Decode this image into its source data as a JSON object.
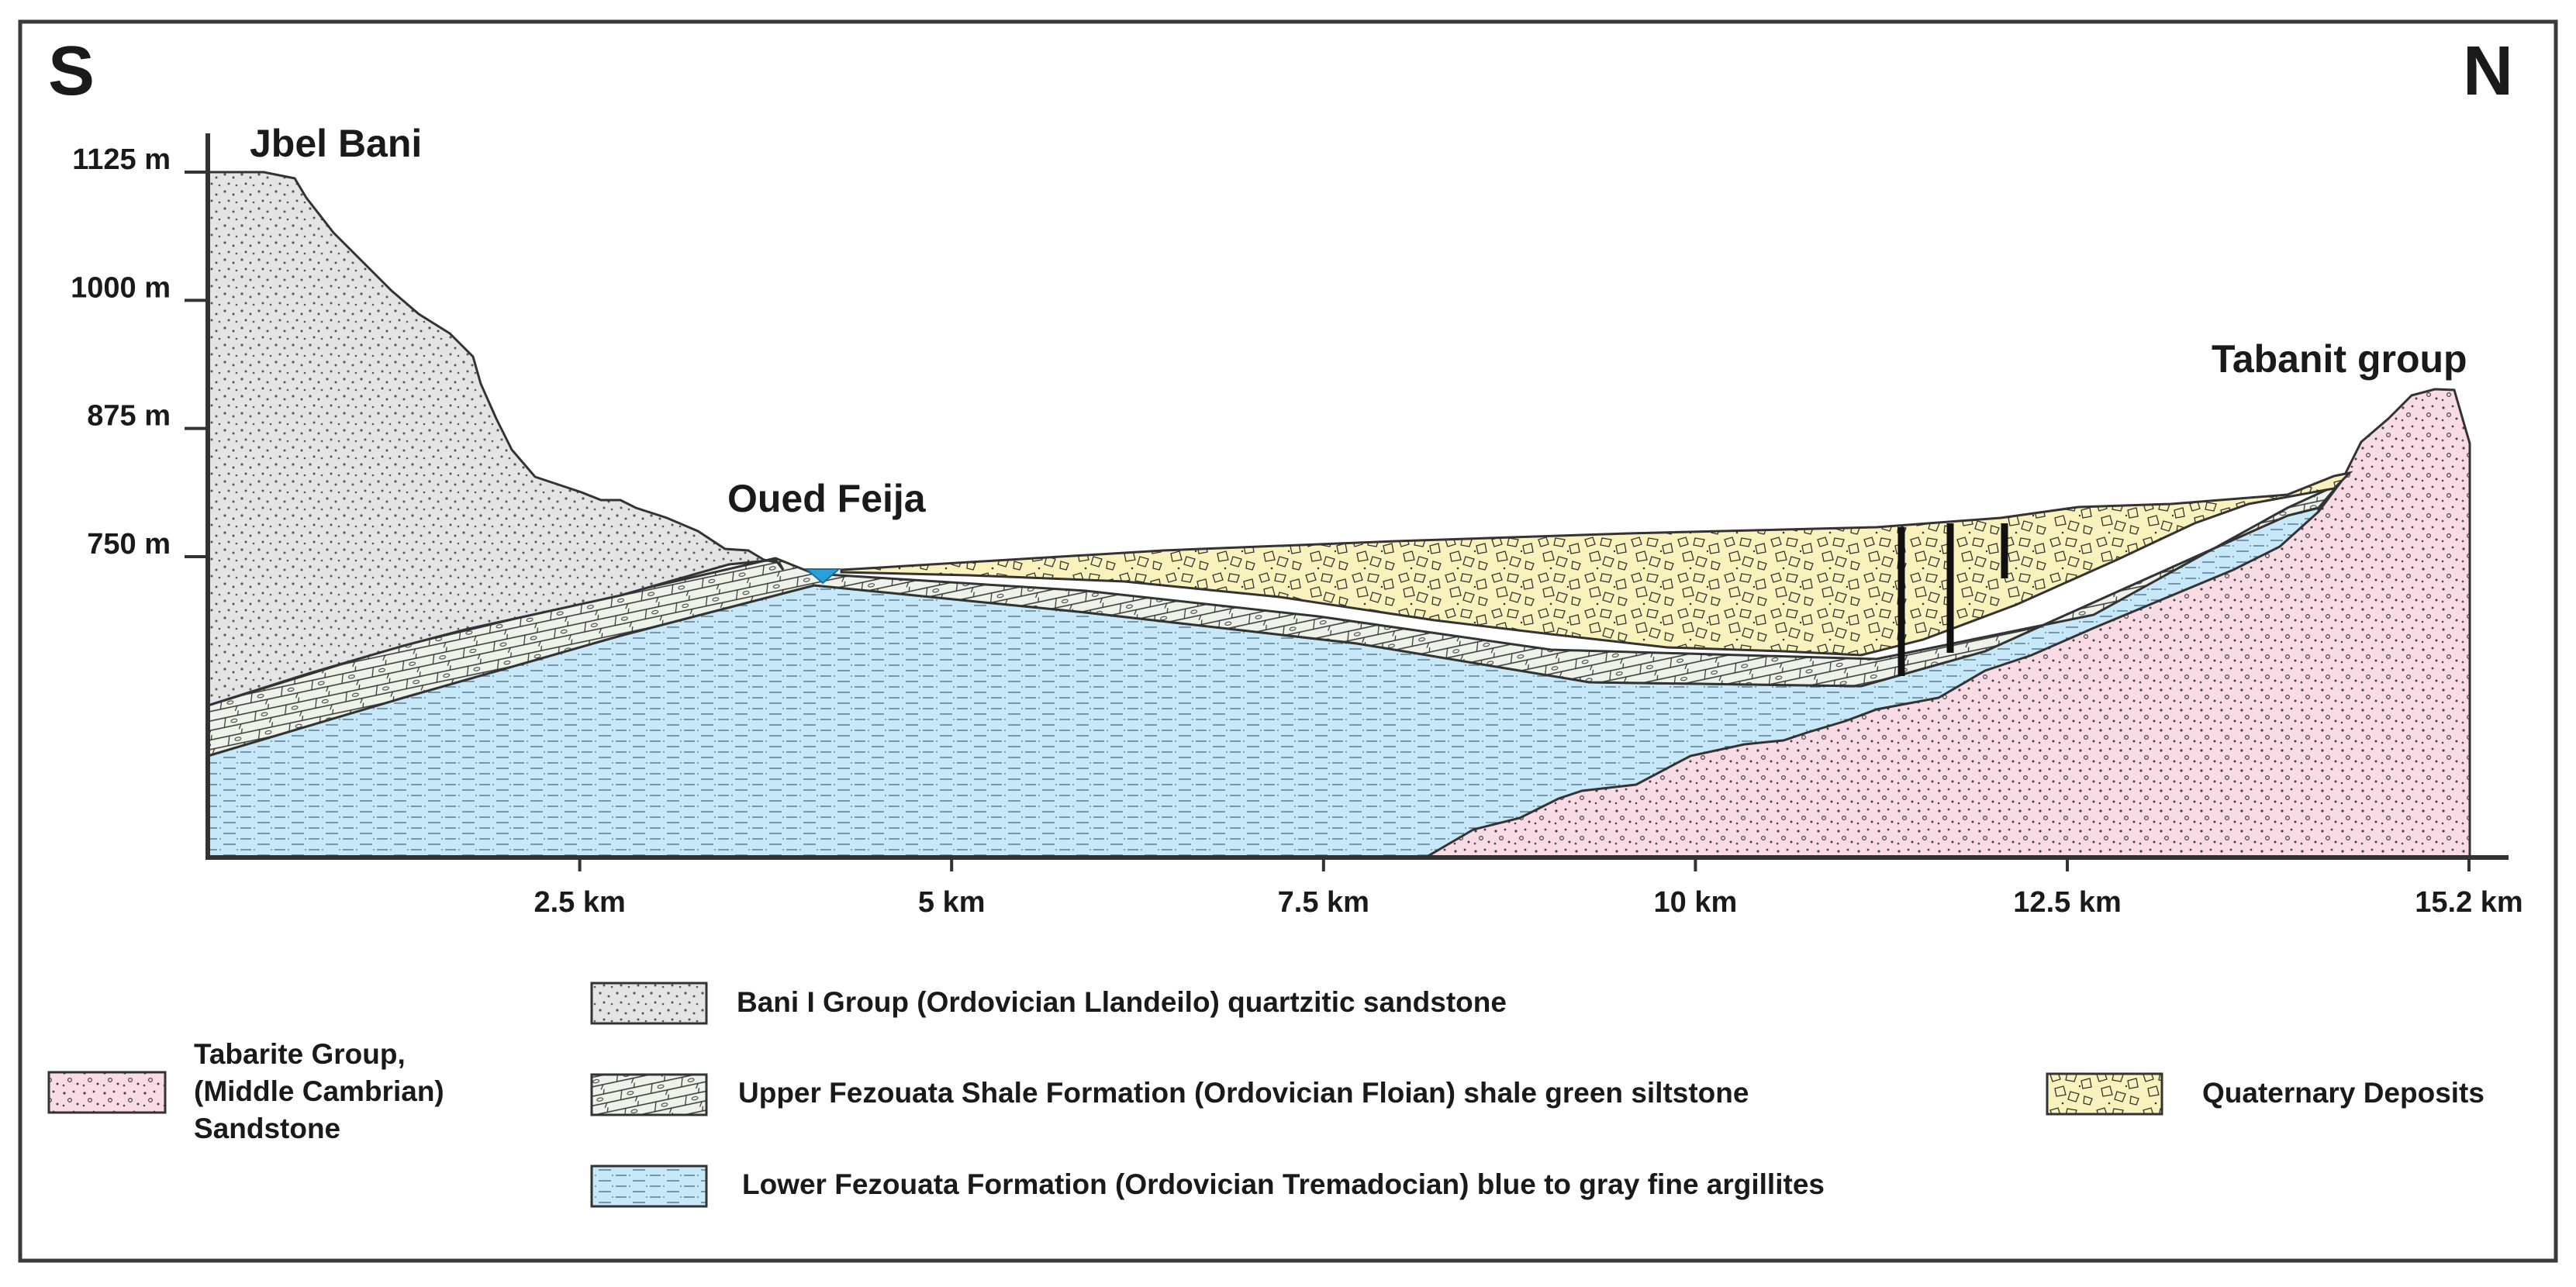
{
  "orientation": {
    "south": "S",
    "north": "N"
  },
  "place_labels": {
    "jbel_bani": "Jbel Bani",
    "oued_feija": "Oued Feija",
    "tabanit_group": "Tabanit group"
  },
  "elevation_ticks": [
    {
      "value": 1125,
      "label": "1125 m"
    },
    {
      "value": 1000,
      "label": "1000 m"
    },
    {
      "value": 875,
      "label": "875 m"
    },
    {
      "value": 750,
      "label": "750 m"
    }
  ],
  "distance_ticks": [
    {
      "value": 2.5,
      "label": "2.5 km"
    },
    {
      "value": 5,
      "label": "5 km"
    },
    {
      "value": 7.5,
      "label": "7.5 km"
    },
    {
      "value": 10,
      "label": "10 km"
    },
    {
      "value": 12.5,
      "label": "12.5 km"
    },
    {
      "value": 15.2,
      "label": "15.2 km"
    }
  ],
  "legend": {
    "bani": "Bani I Group (Ordovician Llandeilo) quartzitic sandstone",
    "upper_fezouata": "Upper Fezouata Shale Formation (Ordovician Floian) shale green siltstone",
    "lower_fezouata": "Lower Fezouata Formation (Ordovician Tremadocian) blue to gray fine argillites",
    "tabarite_line1": "Tabarite Group,",
    "tabarite_line2": "(Middle Cambrian)",
    "tabarite_line3": "Sandstone",
    "quaternary": "Quaternary Deposits"
  },
  "colors": {
    "bani": "#e4e4e4",
    "upper_fezouata": "#eef3ea",
    "lower_fezouata": "#c6e8f8",
    "tabarite": "#f9dbe6",
    "quaternary": "#f9f2bd",
    "river": "#2aa0d8",
    "frame": "#3a3a3a"
  }
}
